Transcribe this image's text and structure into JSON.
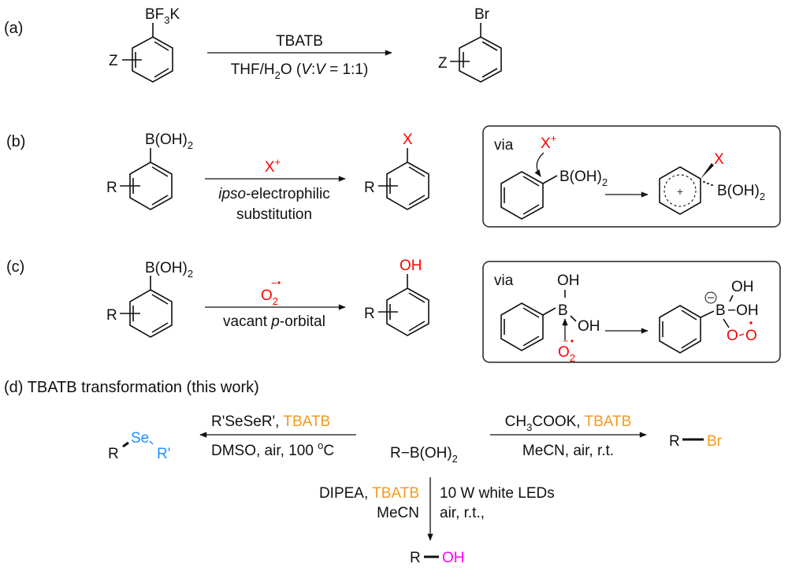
{
  "panels": {
    "a": {
      "label": "(a)",
      "reactant_group": "BF",
      "reactant_group_sub": "3",
      "reactant_group_tail": "K",
      "substituent": "Z",
      "reagent_top": "TBATB",
      "solvent_1": "THF/H",
      "solvent_sub": "2",
      "solvent_2": "O (",
      "ratio_v1": "V",
      "ratio_colon": ":",
      "ratio_v2": "V",
      "ratio_tail": " = 1:1)",
      "product_group": "Br",
      "product_substituent": "Z"
    },
    "b": {
      "label": "(b)",
      "reactant_group": "B(OH)",
      "reactant_group_sub": "2",
      "substituent": "R",
      "reagent_top": "X",
      "reagent_top_sup": "+",
      "condition_italic": "ipso",
      "condition_1": "-electrophilic",
      "condition_2": "substitution",
      "product_group": "X",
      "product_substituent": "R",
      "mechanism": {
        "via": "via",
        "electrophile": "X",
        "electrophile_sup": "+",
        "boron_group": "B(OH)",
        "boron_sub": "2",
        "intermediate_x": "X",
        "intermediate_boron": "B(OH)",
        "intermediate_boron_sub": "2",
        "charge": "+"
      }
    },
    "c": {
      "label": "(c)",
      "reactant_group": "B(OH)",
      "reactant_group_sub": "2",
      "substituent": "R",
      "reagent_top": "O",
      "reagent_top_sub": "2",
      "reagent_top_charge": "−",
      "condition_1": "vacant ",
      "condition_italic": "p",
      "condition_2": "-orbital",
      "product_group": "OH",
      "product_substituent": "R",
      "mechanism": {
        "via": "via",
        "oh_top": "OH",
        "boron": "B",
        "oh_right": "OH",
        "superoxide": "O",
        "superoxide_sub": "2",
        "superoxide_charge": "−",
        "product_charge": "−",
        "product_boron": "B",
        "product_oh_top": "OH",
        "product_oh_right": "−OH",
        "product_o1": "O",
        "product_o2": "O"
      }
    },
    "d": {
      "title": "(d) TBATB transformation (this work)",
      "center": "R−B(OH)",
      "center_sub": "2",
      "left": {
        "reagent_1": "R'SeSeR', ",
        "reagent_2": "TBATB",
        "condition": "DMSO, air, 100 ",
        "condition_sup": "o",
        "condition_unit": "C",
        "product_r": "R",
        "product_se": "Se",
        "product_r2": "R'"
      },
      "right": {
        "reagent_1": "CH",
        "reagent_1_sub": "3",
        "reagent_1_tail": "COOK, ",
        "reagent_2": "TBATB",
        "condition": "MeCN, air, r.t.",
        "product_r": "R",
        "product_br": "Br"
      },
      "down": {
        "left_line1_a": "DIPEA, ",
        "left_line1_b": "TBATB",
        "left_line2": "MeCN",
        "right_line1": "10 W white LEDs",
        "right_line2": "air, r.t.,",
        "product_r": "R",
        "product_oh": "OH"
      }
    }
  },
  "colors": {
    "electrophile": "#ff0000",
    "tbatb": "#f39a1e",
    "selenium": "#1f8fff",
    "hydroxyl_d": "#ff00ff"
  }
}
